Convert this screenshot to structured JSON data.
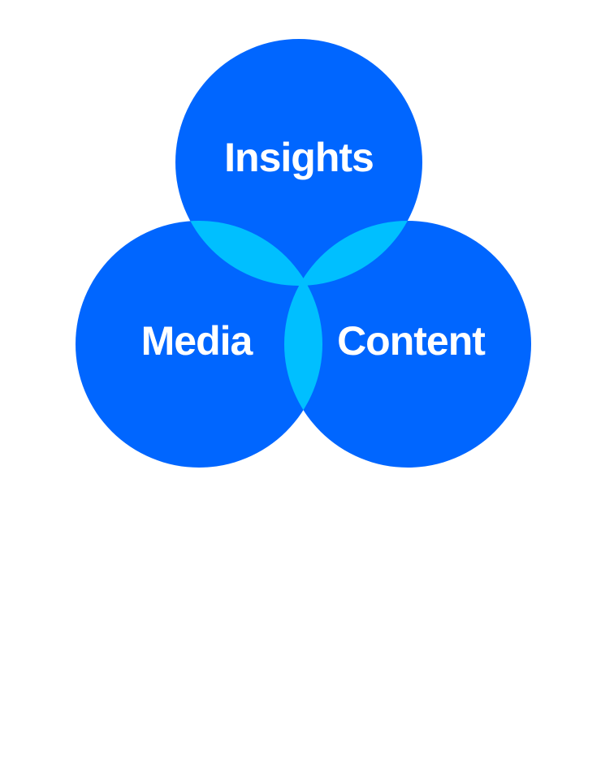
{
  "diagram": {
    "type": "venn",
    "colors": {
      "circle": "#0066FF",
      "overlap": "#00BFFF",
      "label": "#FFFFFF",
      "background": "#FFFFFF"
    },
    "circles": [
      {
        "id": "insights",
        "label": "Insights"
      },
      {
        "id": "media",
        "label": "Media"
      },
      {
        "id": "content",
        "label": "Content"
      }
    ]
  }
}
